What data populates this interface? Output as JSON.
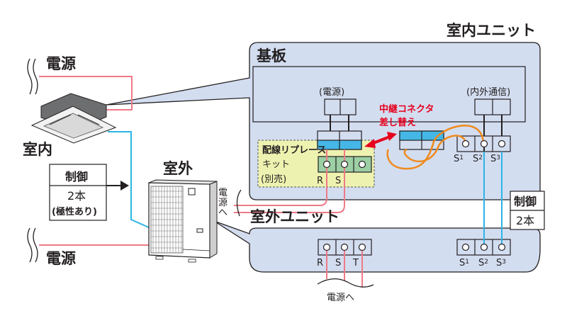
{
  "labels": {
    "indoor_unit_title": "室内ユニット",
    "outdoor_unit_title": "室外ユニット",
    "board": "基板",
    "power_top": "電源",
    "power_bottom": "電源",
    "indoor": "室内",
    "outdoor": "室外",
    "control_left_title": "制御",
    "control_left_count": "2本",
    "control_left_note": "(極性あり)",
    "control_right_title": "制御",
    "control_right_count": "2本",
    "board_power": "(電源)",
    "board_comm": "(内外通信)",
    "relay_line1": "中継コネクタ",
    "relay_line2": "差し替え",
    "kit_line1": "配線リプレース",
    "kit_line2": "キット",
    "kit_line3": "(別売)",
    "kit_terminal_r": "R",
    "kit_terminal_s": "S",
    "indoor_s1": "S",
    "indoor_s2": "S",
    "indoor_s3": "S",
    "sub1": "1",
    "sub2": "2",
    "sub3": "3",
    "to_power_vertical_1": "電",
    "to_power_vertical_2": "源",
    "to_power_vertical_3": "へ",
    "outdoor_r": "R",
    "outdoor_s": "S",
    "outdoor_t": "T",
    "outdoor_s1": "S",
    "outdoor_s2": "S",
    "outdoor_s3": "S",
    "to_power_bottom": "電源へ"
  },
  "colors": {
    "power_wire": "#ee7a86",
    "control_wire": "#2cb4e6",
    "relay_wire": "#ef8a1e",
    "callout_fill": "#d3ddf0",
    "connector_blue": "#45b7e6",
    "kit_fill": "#eef2b0",
    "terminal_green": "#9ccfa4",
    "arrow_red": "#e6001e"
  }
}
